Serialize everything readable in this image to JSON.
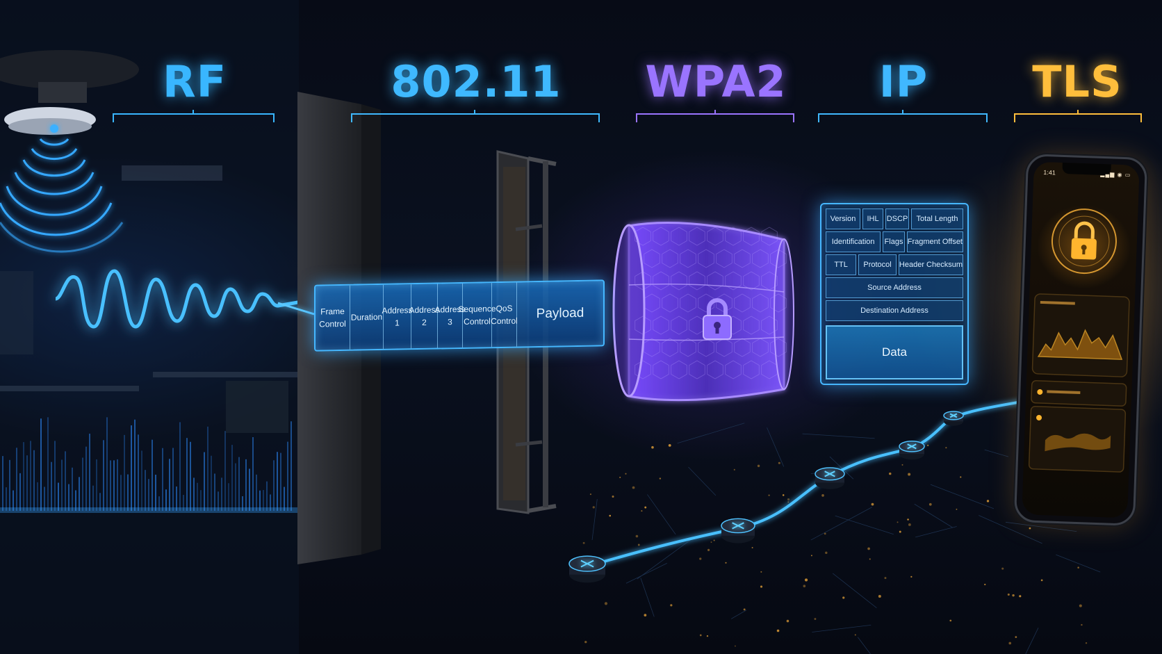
{
  "layers": [
    {
      "id": "rf",
      "label": "RF",
      "color": "#39b6ff"
    },
    {
      "id": "80211",
      "label": "802.11",
      "color": "#3fb9ff"
    },
    {
      "id": "wpa2",
      "label": "WPA2",
      "color": "#9a74ff"
    },
    {
      "id": "ip",
      "label": "IP",
      "color": "#40b8ff"
    },
    {
      "id": "tls",
      "label": "TLS",
      "color": "#ffbe3c"
    }
  ],
  "frame_80211": {
    "fields": [
      "Frame\nControl",
      "Duration",
      "Address\n1",
      "Address\n2",
      "Address\n3",
      "Sequence\nControl",
      "QoS\nControl",
      "Payload"
    ]
  },
  "ip_header": {
    "row1": [
      "Version",
      "IHL",
      "DSCP",
      "Total Length"
    ],
    "row2": [
      "Identification",
      "Flags",
      "Fragment Offset"
    ],
    "row3": [
      "TTL",
      "Protocol",
      "Header Checksum"
    ],
    "source": "Source Address",
    "destination": "Destination Address",
    "data": "Data"
  },
  "phone": {
    "time": "1:41"
  },
  "icons": {
    "access_point": "ceiling-access-point-icon",
    "wpa2": "padlock-icon",
    "tls": "padlock-icon",
    "routers": "router-node-icon"
  }
}
